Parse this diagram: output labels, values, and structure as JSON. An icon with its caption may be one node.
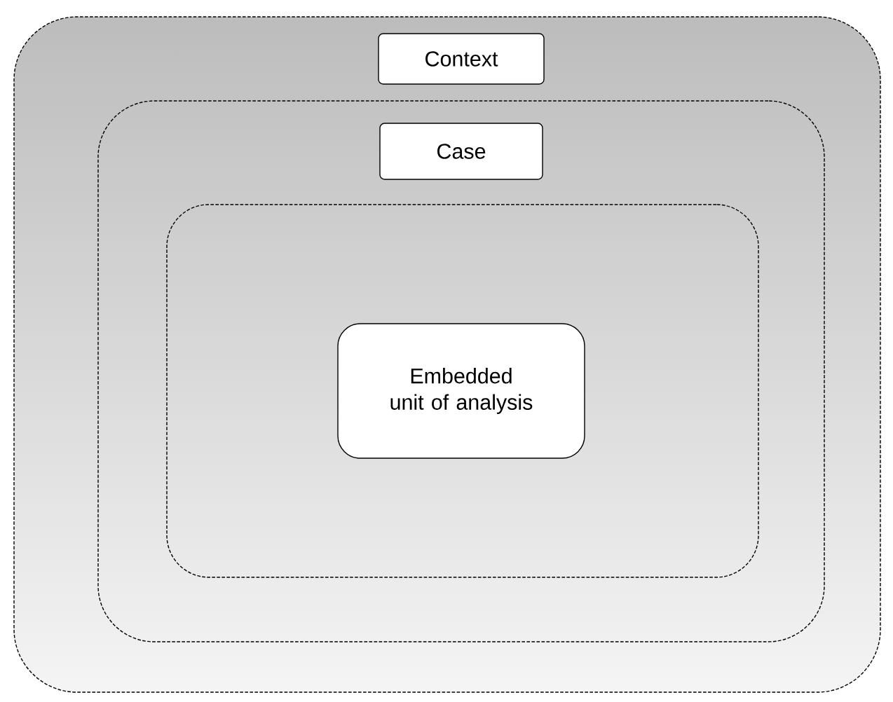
{
  "diagram": {
    "nodes": [
      {
        "text": [
          "Context"
        ]
      },
      {
        "text": [
          "Case"
        ],
        "in": 0
      },
      {
        "text": [],
        "shape": "box",
        "in": 1
      },
      {
        "text": [
          "Embedded unit of analysis"
        ],
        "in": 2
      }
    ]
  }
}
